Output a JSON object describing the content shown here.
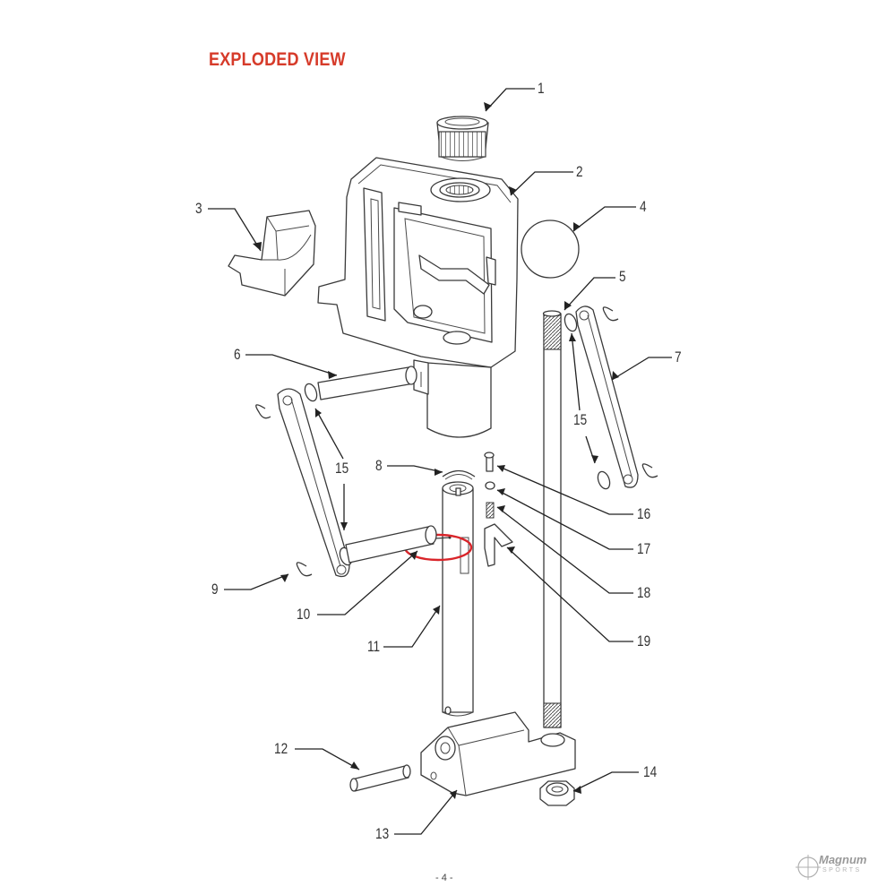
{
  "title": "EXPLODED VIEW",
  "page_number": "- 4 -",
  "logo": {
    "word": "Magnum",
    "sub": "SPORTS"
  },
  "colors": {
    "title": "#d63b2a",
    "highlight_circle": "#d9252a",
    "line": "#3a3a3a"
  },
  "callouts": [
    {
      "id": "c1",
      "label": "1"
    },
    {
      "id": "c2",
      "label": "2"
    },
    {
      "id": "c3",
      "label": "3"
    },
    {
      "id": "c4",
      "label": "4"
    },
    {
      "id": "c5",
      "label": "5"
    },
    {
      "id": "c6",
      "label": "6"
    },
    {
      "id": "c7",
      "label": "7"
    },
    {
      "id": "c8",
      "label": "8"
    },
    {
      "id": "c9",
      "label": "9"
    },
    {
      "id": "c10",
      "label": "10"
    },
    {
      "id": "c11",
      "label": "11"
    },
    {
      "id": "c12",
      "label": "12"
    },
    {
      "id": "c13",
      "label": "13"
    },
    {
      "id": "c14",
      "label": "14"
    },
    {
      "id": "c15a",
      "label": "15"
    },
    {
      "id": "c15b",
      "label": "15"
    },
    {
      "id": "c16",
      "label": "16"
    },
    {
      "id": "c17",
      "label": "17"
    },
    {
      "id": "c18",
      "label": "18"
    },
    {
      "id": "c19",
      "label": "19"
    }
  ]
}
